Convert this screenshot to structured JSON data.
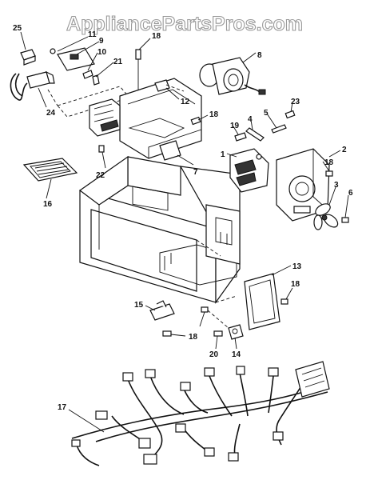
{
  "watermark": {
    "text": "AppliancePartsPros.com"
  },
  "parts": {
    "p1": "1",
    "p2": "2",
    "p3": "3",
    "p4": "4",
    "p5": "5",
    "p6": "6",
    "p7": "7",
    "p8": "8",
    "p9": "9",
    "p10": "10",
    "p11": "11",
    "p12": "12",
    "p13": "13",
    "p14": "14",
    "p15": "15",
    "p16": "16",
    "p17": "17",
    "p18": "18",
    "p19": "19",
    "p20": "20",
    "p21": "21",
    "p22": "22",
    "p23": "23",
    "p24": "24",
    "p25": "25"
  }
}
